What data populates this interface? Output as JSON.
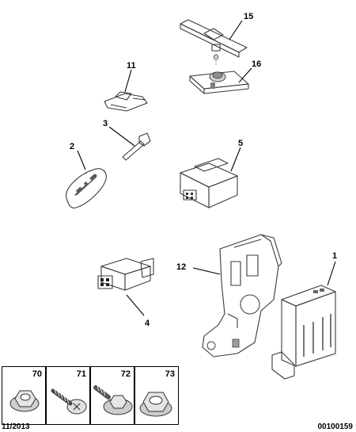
{
  "parts": [
    {
      "id": "p15",
      "callout": "15",
      "name": "mounting-rail"
    },
    {
      "id": "p16",
      "callout": "16",
      "name": "bracket-base"
    },
    {
      "id": "p11",
      "callout": "11",
      "name": "key-shell-half"
    },
    {
      "id": "p3",
      "callout": "3",
      "name": "emergency-key-blade"
    },
    {
      "id": "p2",
      "callout": "2",
      "name": "remote-key-fob"
    },
    {
      "id": "p5",
      "callout": "5",
      "name": "connector-module"
    },
    {
      "id": "p12",
      "callout": "12",
      "name": "ecu-bracket"
    },
    {
      "id": "p1",
      "callout": "1",
      "name": "control-unit"
    },
    {
      "id": "p4",
      "callout": "4",
      "name": "small-connector"
    }
  ],
  "hardware": [
    {
      "callout": "70",
      "name": "flange-nut"
    },
    {
      "callout": "71",
      "name": "self-tapping-screw"
    },
    {
      "callout": "72",
      "name": "hex-bolt-washer"
    },
    {
      "callout": "73",
      "name": "hex-flange-nut"
    }
  ],
  "footer": {
    "date": "11/2013",
    "reference": "00100159"
  },
  "colors": {
    "line": "#3a3a3a",
    "fill_light": "#ececec",
    "fill_mid": "#d6d6d6",
    "fill_dark": "#b5b5b5"
  }
}
